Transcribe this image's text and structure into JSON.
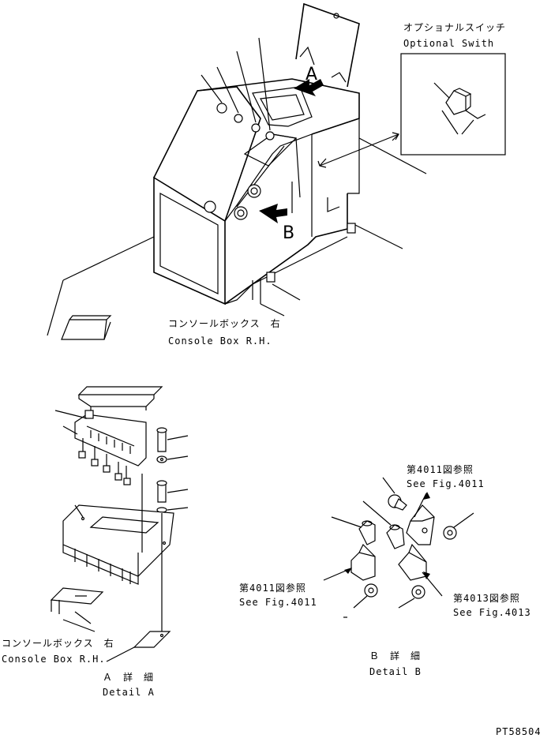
{
  "labels": {
    "optional_switch_ja": "オプショナルスイッチ",
    "optional_switch_en": "Optional Swith",
    "console_box_ja": "コンソールボックス　右",
    "console_box_en": "Console Box R.H.",
    "console_box2_ja": "コンソールボックス　右",
    "console_box2_en": "Console Box R.H.",
    "detail_a_ja": "Ａ　詳　細",
    "detail_a_en": "Detail A",
    "detail_b_ja": "Ｂ　詳　細",
    "detail_b_en": "Detail B",
    "fig4011_top_ja": "第4011図参照",
    "fig4011_top_en": "See Fig.4011",
    "fig4011_left_ja": "第4011図参照",
    "fig4011_left_en": "See Fig.4011",
    "fig4013_ja": "第4013図参照",
    "fig4013_en": "See Fig.4013",
    "callout_a": "A",
    "callout_b": "B",
    "drawing_code": "PT58504"
  }
}
